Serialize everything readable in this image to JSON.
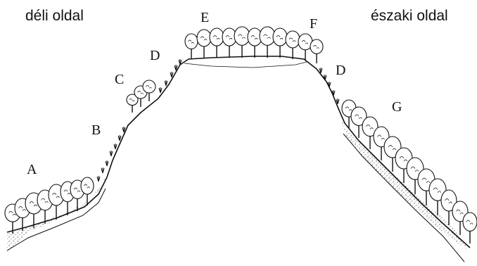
{
  "sides": {
    "south": "déli oldal",
    "north": "északi oldal"
  },
  "zones": {
    "a": "A",
    "b": "B",
    "c": "C",
    "d_left": "D",
    "e": "E",
    "f": "F",
    "d_right": "D",
    "g": "G"
  },
  "colors": {
    "ink": "#111111",
    "background": "#ffffff"
  }
}
